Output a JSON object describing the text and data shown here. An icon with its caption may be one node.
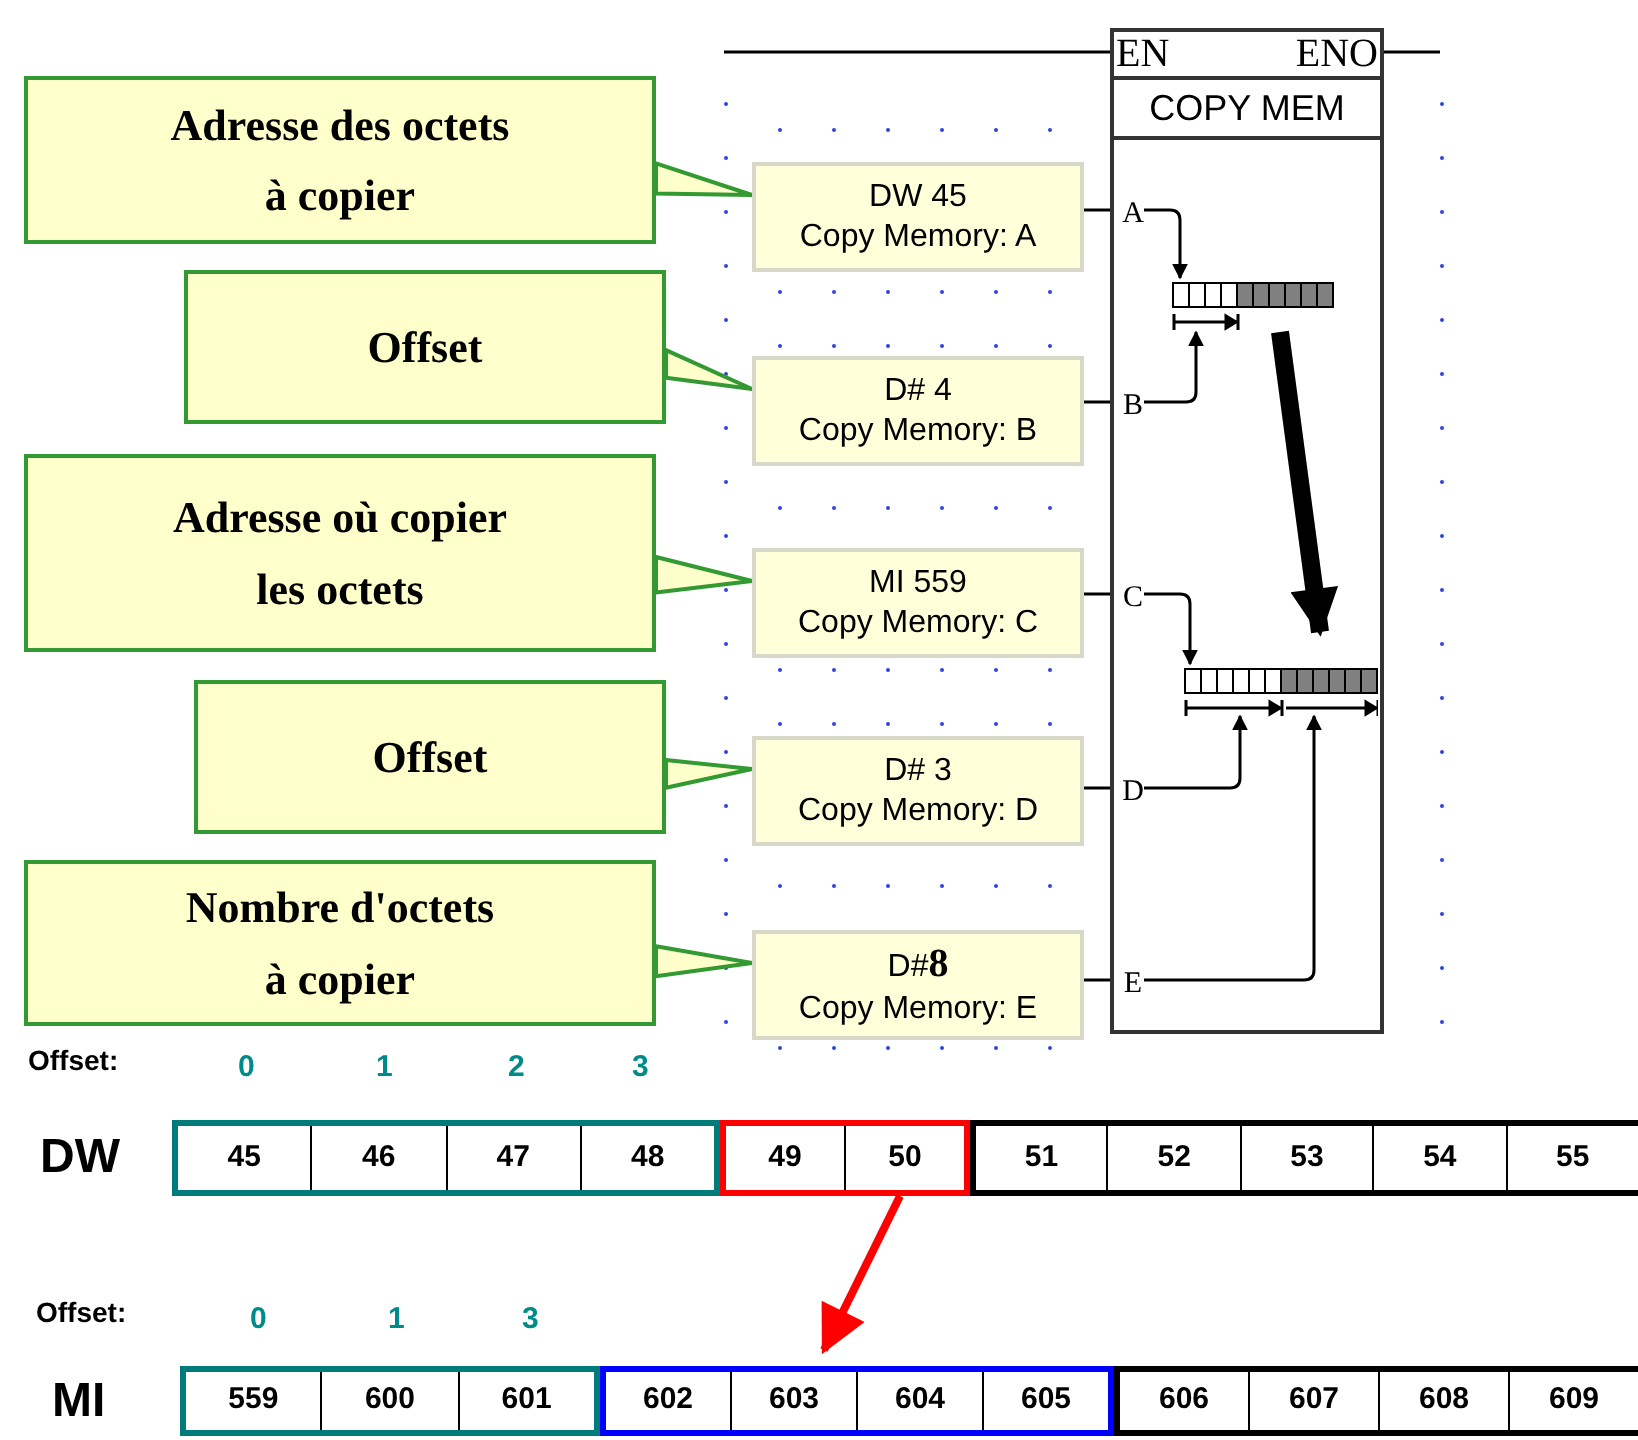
{
  "diagram": {
    "nodes": [
      {
        "text": [
          "Adresse des octets à copier"
        ]
      },
      {
        "text": [
          "Offset"
        ]
      },
      {
        "text": [
          "Adresse où copier les octets"
        ]
      },
      {
        "text": [
          "Offset"
        ]
      },
      {
        "text": [
          "Nombre d'octets à copier"
        ]
      },
      {
        "text": [
          "DW 45",
          "Copy Memory: A"
        ]
      },
      {
        "text": [
          "D# 4",
          "Copy Memory: B"
        ]
      },
      {
        "text": [
          "MI 559",
          "Copy Memory: C"
        ]
      },
      {
        "text": [
          "D# 3",
          "Copy Memory: D"
        ]
      },
      {
        "text": [
          "D#**8**",
          "Copy Memory: E"
        ]
      },
      {
        "text": [
          "EN",
          "ENO",
          "COPY MEM"
        ]
      },
      {
        "text": [
          "A"
        ],
        "in": 10
      },
      {
        "text": [
          "B"
        ],
        "in": 10
      },
      {
        "text": [
          "C"
        ],
        "in": 10
      },
      {
        "text": [
          "D"
        ],
        "in": 10
      },
      {
        "text": [
          "E"
        ],
        "in": 10
      },
      {
        "text": [],
        "shape": "bar",
        "in": 10
      },
      {
        "text": [],
        "shape": "bar",
        "in": 10
      },
      {
        "text": [
          "45",
          "46",
          "47",
          "48"
        ]
      },
      {
        "text": [
          "49",
          "50"
        ]
      },
      {
        "text": [
          "51",
          "52",
          "53",
          "54",
          "55"
        ]
      },
      {
        "text": [
          "559",
          "600",
          "601"
        ]
      },
      {
        "text": [
          "602",
          "603",
          "604",
          "605"
        ]
      },
      {
        "text": [
          "606",
          "607",
          "608",
          "609"
        ]
      }
    ],
    "edges": [
      {
        "from": 0,
        "to": 5,
        "arrow": "none"
      },
      {
        "from": 1,
        "to": 6,
        "arrow": "none"
      },
      {
        "from": 2,
        "to": 7,
        "arrow": "none"
      },
      {
        "from": 3,
        "to": 8,
        "arrow": "none"
      },
      {
        "from": 4,
        "to": 9,
        "arrow": "none"
      },
      {
        "from": 5,
        "to": 11,
        "arrow": "none"
      },
      {
        "from": 6,
        "to": 12,
        "arrow": "none"
      },
      {
        "from": 7,
        "to": 13,
        "arrow": "none"
      },
      {
        "from": 8,
        "to": 14,
        "arrow": "none"
      },
      {
        "from": 9,
        "to": 15,
        "arrow": "none"
      },
      {
        "from": 11,
        "to": 16,
        "arrow": "to"
      },
      {
        "from": 12,
        "to": 16,
        "arrow": "to"
      },
      {
        "from": 13,
        "to": 17,
        "arrow": "to"
      },
      {
        "from": 14,
        "to": 17,
        "arrow": "to"
      },
      {
        "from": 15,
        "to": 17,
        "arrow": "to"
      },
      {
        "from": 16,
        "to": 17,
        "arrow": "to",
        "style": "thick"
      },
      {
        "from": null,
        "to": 10,
        "arrow": "none"
      },
      {
        "from": 10,
        "to": null,
        "arrow": "none"
      },
      {
        "from": 19,
        "to": 22,
        "arrow": "to",
        "style": "thick",
        "color": "#ff0000"
      }
    ],
    "labels": [
      "Offset:",
      "0",
      "1",
      "2",
      "3",
      "DW",
      "Offset:",
      "0",
      "1",
      "3",
      "MI"
    ]
  }
}
